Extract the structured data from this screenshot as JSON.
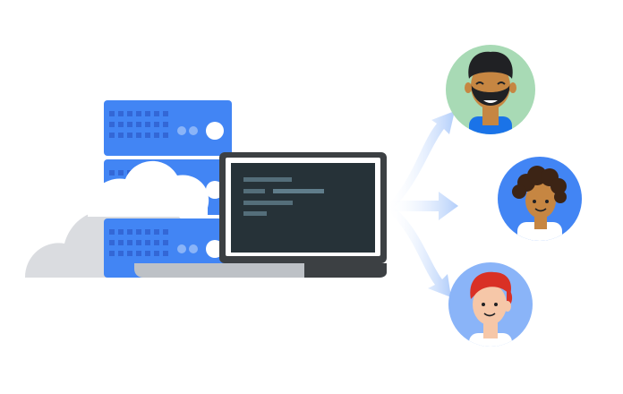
{
  "colors": {
    "server_blue": "#4285f4",
    "server_dark": "#3367d6",
    "cloud_light": "#eceff1",
    "cloud_gray": "#dadce0",
    "laptop_frame": "#3c4043",
    "screen": "#263238",
    "code_line": "#546e7a",
    "code_accent": "#607d8b",
    "arrow": "#aecbfa",
    "avatar_green": "#a8dab5",
    "avatar_blue": "#4285f4",
    "avatar_light_blue": "#8ab4f8",
    "skin_warm": "#c68642",
    "skin_light": "#f6c7a8",
    "hair_black": "#202124",
    "hair_red": "#d93025",
    "shirt_blue": "#1a73e8"
  },
  "illustration": {
    "elements": [
      "server-rack-icon",
      "cloud-icon",
      "laptop-icon",
      "code-screen",
      "distribution-arrows",
      "user-avatar-bearded-man",
      "user-avatar-curly-hair",
      "user-avatar-red-hair"
    ],
    "code_lines": 4,
    "server_units": 3,
    "user_count": 3
  }
}
